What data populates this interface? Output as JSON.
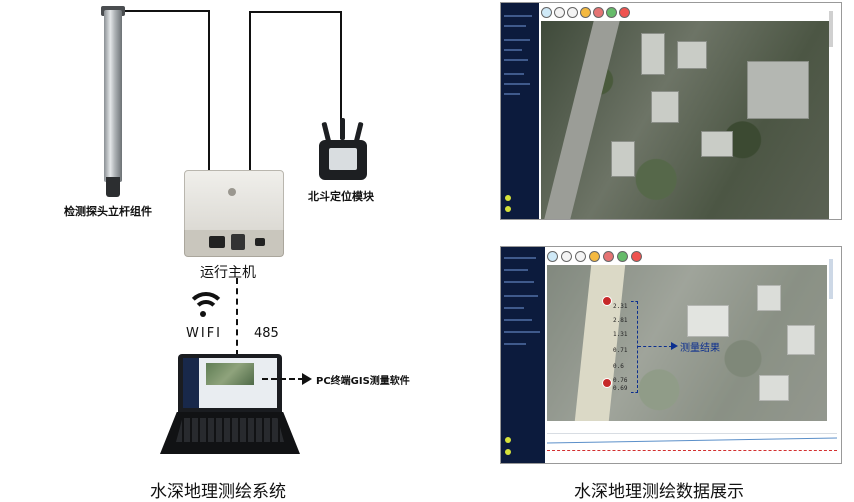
{
  "labels": {
    "probe": "检测探头立杆组件",
    "beidou": "北斗定位模块",
    "host": "运行主机",
    "wifi": "WIFI",
    "rs485": "485",
    "software": "PC终端GIS测量软件",
    "measure_result": "测量结果"
  },
  "captions": {
    "left": "水深地理测绘系统",
    "right": "水深地理测绘数据展示"
  },
  "measurements": [
    "2.31",
    "2.81",
    "1.31",
    "0.71",
    "0.6",
    "0.76",
    "0.69"
  ],
  "colors": {
    "sidebar": "#0c1b3d",
    "marker": "#c62828",
    "dashed_line": "#0b2e8f"
  }
}
